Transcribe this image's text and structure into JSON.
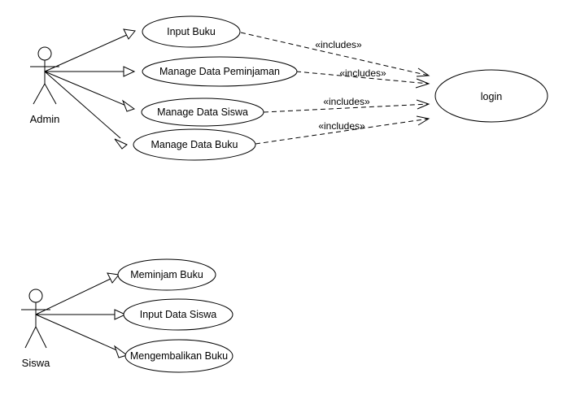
{
  "actors": {
    "admin": {
      "label": "Admin"
    },
    "siswa": {
      "label": "Siswa"
    }
  },
  "use_cases": {
    "input_buku": "Input Buku",
    "manage_data_peminjaman": "Manage Data Peminjaman",
    "manage_data_siswa": "Manage Data Siswa",
    "manage_data_buku": "Manage Data Buku",
    "login": "login",
    "meminjam_buku": "Meminjam Buku",
    "input_data_siswa": "Input Data Siswa",
    "mengembalikan_buku": "Mengembalikan Buku"
  },
  "relations": {
    "includes_1": "«includes»",
    "includes_2": "«includes»",
    "includes_3": "«includes»",
    "includes_4": "«includes»"
  }
}
